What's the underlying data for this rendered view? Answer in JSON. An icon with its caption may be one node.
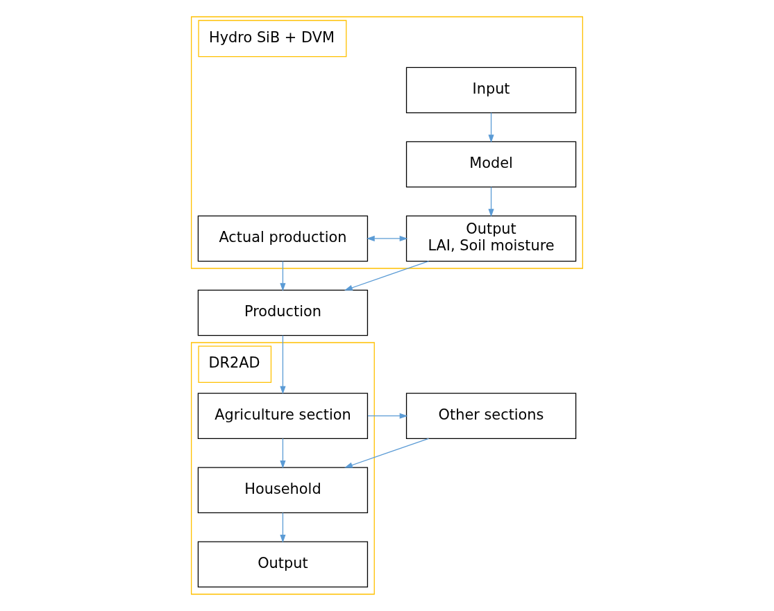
{
  "diagram": {
    "nodes": [
      {
        "text": [
          "Hydro SiB + DVM"
        ]
      },
      {
        "text": [
          "Input"
        ],
        "in": 0
      },
      {
        "text": [
          "Model"
        ],
        "in": 0
      },
      {
        "text": [
          "Output",
          "LAI, Soil moisture"
        ],
        "in": 0
      },
      {
        "text": [
          "Actual production"
        ],
        "in": 0
      },
      {
        "text": [
          "Production"
        ]
      },
      {
        "text": [
          "DR2AD"
        ]
      },
      {
        "text": [
          "Agriculture section"
        ],
        "in": 6
      },
      {
        "text": [
          "Household"
        ],
        "in": 6
      },
      {
        "text": [
          "Output"
        ],
        "in": 6
      },
      {
        "text": [
          "Other sections"
        ]
      }
    ],
    "edges": [
      {
        "from": 1,
        "to": 2,
        "arrow": "to"
      },
      {
        "from": 2,
        "to": 3,
        "arrow": "to"
      },
      {
        "from": 3,
        "to": 4,
        "arrow": "both"
      },
      {
        "from": 3,
        "to": 5,
        "arrow": "to"
      },
      {
        "from": 4,
        "to": 5,
        "arrow": "to"
      },
      {
        "from": 5,
        "to": 7,
        "arrow": "to"
      },
      {
        "from": 7,
        "to": 10,
        "arrow": "to"
      },
      {
        "from": 7,
        "to": 8,
        "arrow": "to"
      },
      {
        "from": 10,
        "to": 8,
        "arrow": "to"
      },
      {
        "from": 8,
        "to": 9,
        "arrow": "to"
      }
    ]
  }
}
